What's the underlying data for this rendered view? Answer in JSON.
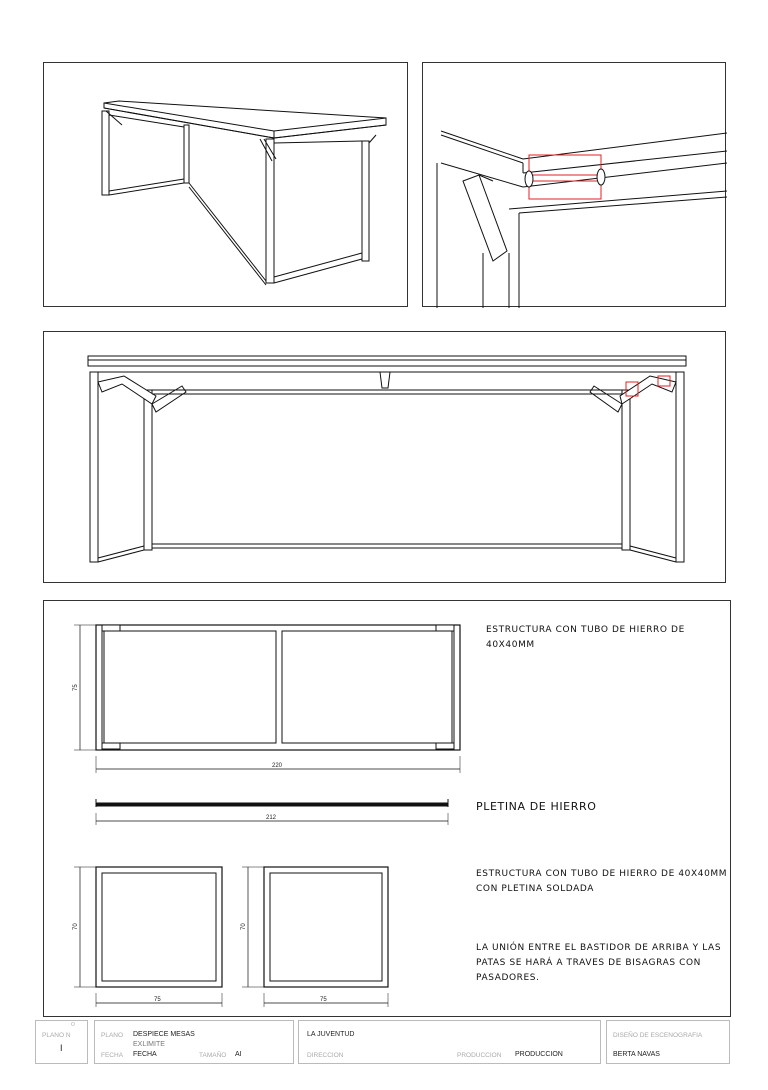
{
  "notes": {
    "tube_frame": "ESTRUCTURA CON TUBO DE HIERRO DE 40x40MM",
    "plate": "PLETINA DE HIERRO",
    "tube_with_plate_line1": "ESTRUCTURA CON TUBO DE HIERRO DE 40x40MM",
    "tube_with_plate_line2": "CON PLETINA SOLDADA",
    "joint_line1": "LA UNIÓN ENTRE EL BASTIDOR DE ARRIBA Y LAS",
    "joint_line2": "PATAS SE HARÁ A TRAVES DE BISAGRAS CON",
    "joint_line3": "PASADORES."
  },
  "dimensions": {
    "frame_height": "75",
    "frame_length": "220",
    "plate_length": "212",
    "leg_height_left": "70",
    "leg_width_left": "75",
    "leg_height_right": "70",
    "leg_width_right": "75"
  },
  "title_block": {
    "plano_n_label": "PLANO N",
    "plano_n_super": "o",
    "plano_n_value": "I",
    "plano_label": "PLANO",
    "plano_value": "DESPIECE MESAS",
    "plano_sub": "EXLIMITE",
    "fecha_label": "FECHA",
    "fecha_value": "FECHA",
    "tamano_label": "TAMAÑO",
    "tamano_value": "AI",
    "project_value": "LA JUVENTUD",
    "direccion_label": "DIRECCION",
    "produccion_label": "PRODUCCION",
    "produccion_value": "PRODUCCION",
    "diseno_label": "DISEÑO DE ESCENOGRAFIA",
    "diseno_value": "BERTA NAVAS"
  },
  "colors": {
    "line": "#111111",
    "highlight": "#e02020",
    "titleblock_border": "#bbbbbb"
  }
}
